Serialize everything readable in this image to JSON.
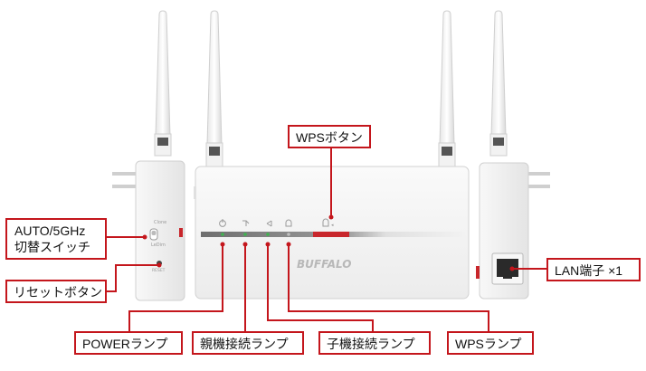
{
  "colors": {
    "accent": "#c4161c",
    "device_white": "#f4f4f4",
    "device_shadow": "#d6d6d6",
    "led_green": "#3fb34f",
    "wps_red": "#c8262b"
  },
  "device": {
    "brand": "BUFFALO",
    "side_switch_top": "Clone",
    "side_switch_bottom": "LeDim",
    "reset_label": "RESET",
    "led_icons": [
      "power-icon",
      "parent-connection-icon",
      "child-connection-icon",
      "wps-icon"
    ],
    "wps_button_icon": "wps-button-icon"
  },
  "labels": {
    "wps_button": "WPSボタン",
    "auto_switch_line1": "AUTO/5GHz",
    "auto_switch_line2": "切替スイッチ",
    "reset_button": "リセットボタン",
    "lan_port": "LAN端子 ×1",
    "power_lamp": "POWERランプ",
    "parent_lamp": "親機接続ランプ",
    "child_lamp": "子機接続ランプ",
    "wps_lamp": "WPSランプ"
  }
}
